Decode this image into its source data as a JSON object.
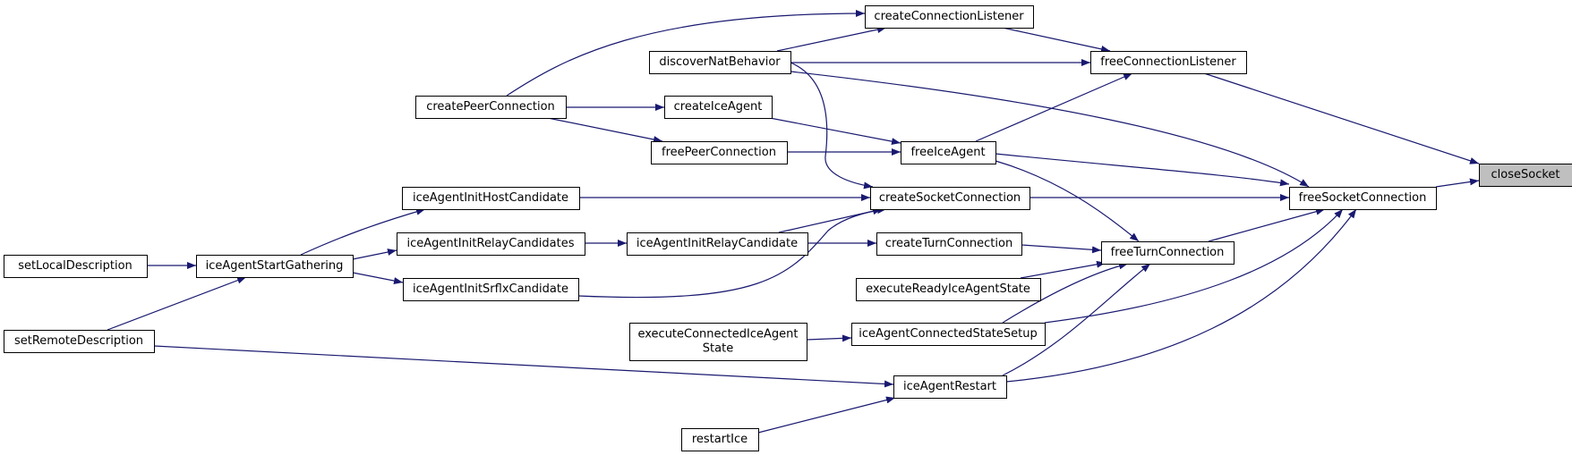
{
  "diagram": {
    "type": "call-graph",
    "colors": {
      "edge": "#191970",
      "node_border": "#000000",
      "node_fill": "#ffffff",
      "highlight_fill": "#bfbfbf"
    },
    "nodes": [
      {
        "id": "closeSocket",
        "label": "closeSocket",
        "highlight": true
      },
      {
        "id": "freeSocketConnection",
        "label": "freeSocketConnection"
      },
      {
        "id": "freeConnectionListener",
        "label": "freeConnectionListener"
      },
      {
        "id": "createConnectionListener",
        "label": "createConnectionListener"
      },
      {
        "id": "discoverNatBehavior",
        "label": "discoverNatBehavior"
      },
      {
        "id": "createPeerConnection",
        "label": "createPeerConnection"
      },
      {
        "id": "createIceAgent",
        "label": "createIceAgent"
      },
      {
        "id": "freeIceAgent",
        "label": "freeIceAgent"
      },
      {
        "id": "freePeerConnection",
        "label": "freePeerConnection"
      },
      {
        "id": "createSocketConnection",
        "label": "createSocketConnection"
      },
      {
        "id": "iceAgentInitHostCandidate",
        "label": "iceAgentInitHostCandidate"
      },
      {
        "id": "iceAgentStartGathering",
        "label": "iceAgentStartGathering"
      },
      {
        "id": "iceAgentInitRelayCandidates",
        "label": "iceAgentInitRelayCandidates"
      },
      {
        "id": "iceAgentInitRelayCandidate",
        "label": "iceAgentInitRelayCandidate"
      },
      {
        "id": "iceAgentInitSrflxCandidate",
        "label": "iceAgentInitSrflxCandidate"
      },
      {
        "id": "setLocalDescription",
        "label": "setLocalDescription"
      },
      {
        "id": "setRemoteDescription",
        "label": "setRemoteDescription"
      },
      {
        "id": "freeTurnConnection",
        "label": "freeTurnConnection"
      },
      {
        "id": "createTurnConnection",
        "label": "createTurnConnection"
      },
      {
        "id": "executeReadyIceAgentState",
        "label": "executeReadyIceAgentState"
      },
      {
        "id": "iceAgentConnectedStateSetup",
        "label": "iceAgentConnectedStateSetup"
      },
      {
        "id": "executeConnectedIceAgentState",
        "label": [
          "executeConnectedIceAgent",
          "State"
        ]
      },
      {
        "id": "iceAgentRestart",
        "label": "iceAgentRestart"
      },
      {
        "id": "restartIce",
        "label": "restartIce"
      }
    ],
    "edges": [
      {
        "from": "freeSocketConnection",
        "to": "closeSocket"
      },
      {
        "from": "freeConnectionListener",
        "to": "closeSocket"
      },
      {
        "from": "createConnectionListener",
        "to": "freeConnectionListener"
      },
      {
        "from": "discoverNatBehavior",
        "to": "freeConnectionListener"
      },
      {
        "from": "freeIceAgent",
        "to": "freeConnectionListener"
      },
      {
        "from": "createPeerConnection",
        "to": "createConnectionListener"
      },
      {
        "from": "discoverNatBehavior",
        "to": "createConnectionListener"
      },
      {
        "from": "createPeerConnection",
        "to": "createIceAgent"
      },
      {
        "from": "createPeerConnection",
        "to": "freePeerConnection"
      },
      {
        "from": "createIceAgent",
        "to": "freeIceAgent"
      },
      {
        "from": "freePeerConnection",
        "to": "freeIceAgent"
      },
      {
        "from": "freeIceAgent",
        "to": "freeSocketConnection"
      },
      {
        "from": "freeIceAgent",
        "to": "freeTurnConnection"
      },
      {
        "from": "discoverNatBehavior",
        "to": "freeSocketConnection"
      },
      {
        "from": "discoverNatBehavior",
        "to": "createSocketConnection"
      },
      {
        "from": "createSocketConnection",
        "to": "freeSocketConnection"
      },
      {
        "from": "iceAgentInitHostCandidate",
        "to": "createSocketConnection"
      },
      {
        "from": "iceAgentInitRelayCandidate",
        "to": "createSocketConnection"
      },
      {
        "from": "iceAgentInitSrflxCandidate",
        "to": "createSocketConnection"
      },
      {
        "from": "iceAgentStartGathering",
        "to": "iceAgentInitHostCandidate"
      },
      {
        "from": "iceAgentStartGathering",
        "to": "iceAgentInitRelayCandidates"
      },
      {
        "from": "iceAgentStartGathering",
        "to": "iceAgentInitSrflxCandidate"
      },
      {
        "from": "setLocalDescription",
        "to": "iceAgentStartGathering"
      },
      {
        "from": "setRemoteDescription",
        "to": "iceAgentStartGathering"
      },
      {
        "from": "setRemoteDescription",
        "to": "iceAgentRestart"
      },
      {
        "from": "iceAgentInitRelayCandidates",
        "to": "iceAgentInitRelayCandidate"
      },
      {
        "from": "iceAgentInitRelayCandidate",
        "to": "createTurnConnection"
      },
      {
        "from": "createTurnConnection",
        "to": "freeTurnConnection"
      },
      {
        "from": "executeReadyIceAgentState",
        "to": "freeTurnConnection"
      },
      {
        "from": "iceAgentConnectedStateSetup",
        "to": "freeTurnConnection"
      },
      {
        "from": "iceAgentRestart",
        "to": "freeTurnConnection"
      },
      {
        "from": "freeTurnConnection",
        "to": "freeSocketConnection"
      },
      {
        "from": "iceAgentConnectedStateSetup",
        "to": "freeSocketConnection"
      },
      {
        "from": "iceAgentRestart",
        "to": "freeSocketConnection"
      },
      {
        "from": "executeConnectedIceAgentState",
        "to": "iceAgentConnectedStateSetup"
      },
      {
        "from": "restartIce",
        "to": "iceAgentRestart"
      }
    ]
  }
}
